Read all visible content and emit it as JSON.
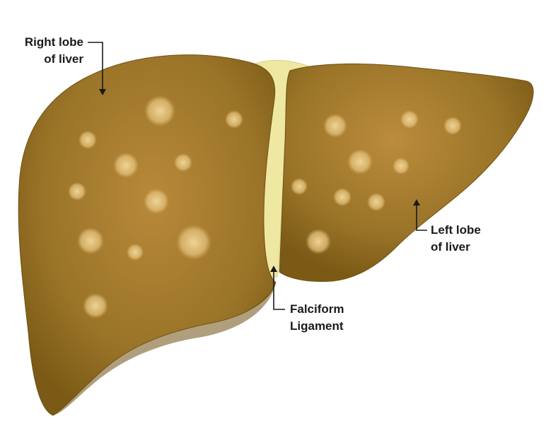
{
  "labels": {
    "right_lobe": [
      "Right lobe",
      "of liver"
    ],
    "left_lobe": [
      "Left lobe",
      "of liver"
    ],
    "ligament": [
      "Falciform",
      "Ligament"
    ]
  },
  "colors": {
    "liver_center": "#b8893a",
    "liver_edge": "#7a5a15",
    "ligament": "#efe8a3",
    "spots": "#e8c98a",
    "text": "#1a1a1a"
  }
}
